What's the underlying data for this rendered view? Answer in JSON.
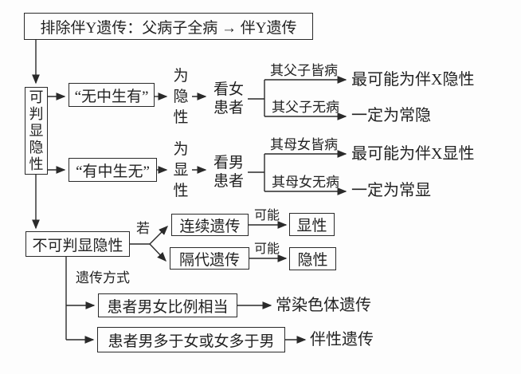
{
  "colors": {
    "ink": "#222222",
    "background": "#fdfdfd"
  },
  "title_rule": "排除伴Y遗传：父病子全病 → 伴Y遗传",
  "judgeable": {
    "label": "可判显隐性",
    "branches": [
      {
        "pattern": "“无中生有”",
        "verdict": "为隐性",
        "check": "看女患者",
        "cases": [
          {
            "condition": "其父子皆病",
            "result": "最可能为伴X隐性"
          },
          {
            "condition": "其父子无病",
            "result": "一定为常隐"
          }
        ]
      },
      {
        "pattern": "“有中生无”",
        "verdict": "为显性",
        "check": "看男患者",
        "cases": [
          {
            "condition": "其母女皆病",
            "result": "最可能为伴X显性"
          },
          {
            "condition": "其母女无病",
            "result": "一定为常显"
          }
        ]
      }
    ]
  },
  "unjudgeable": {
    "label": "不可判显隐性",
    "if_label": "若",
    "patterns": [
      {
        "name": "连续遗传",
        "qualifier": "可能",
        "result": "显性"
      },
      {
        "name": "隔代遗传",
        "qualifier": "可能",
        "result": "隐性"
      }
    ],
    "method_label": "遗传方式",
    "sex_ratio": [
      {
        "condition": "患者男女比例相当",
        "result": "常染色体遗传"
      },
      {
        "condition": "患者男多于女或女多于男",
        "result": "伴性遗传"
      }
    ]
  }
}
